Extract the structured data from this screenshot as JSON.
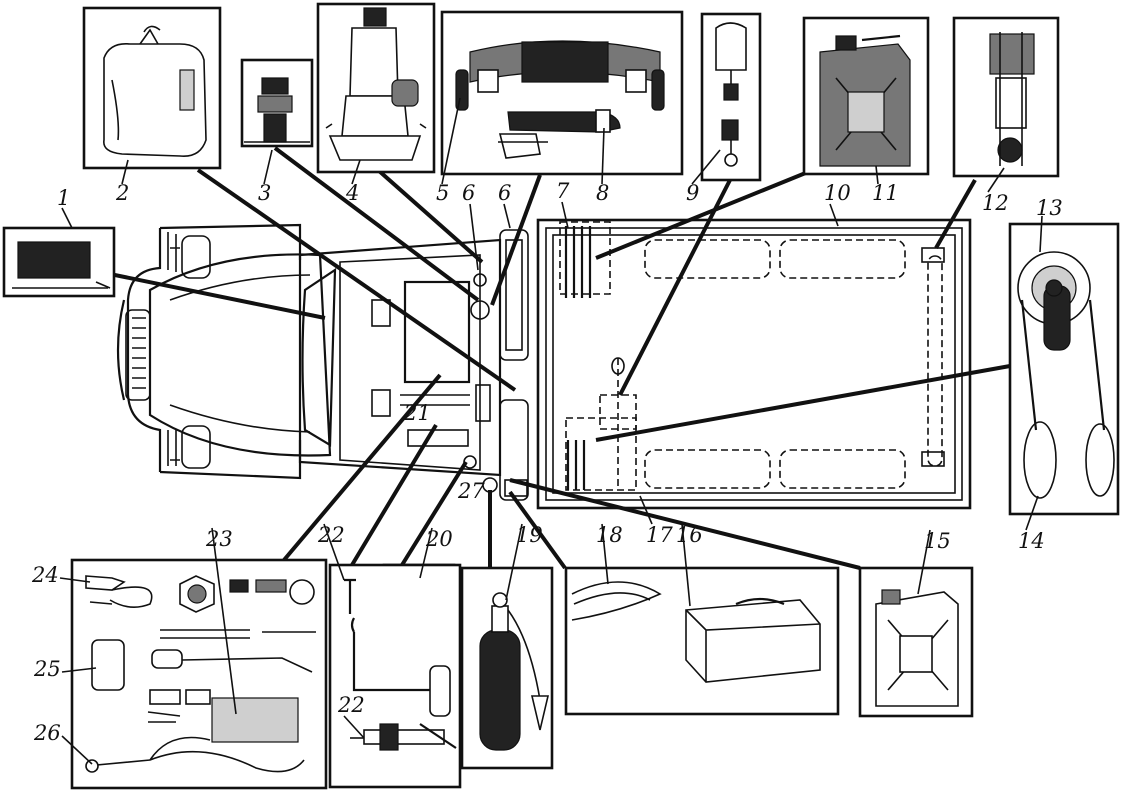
{
  "callouts": [
    "1",
    "2",
    "3",
    "4",
    "5",
    "6",
    "6",
    "7",
    "8",
    "9",
    "10",
    "11",
    "12",
    "13",
    "14",
    "15",
    "16",
    "17",
    "18",
    "19",
    "20",
    "21",
    "22",
    "22",
    "23",
    "24",
    "25",
    "26",
    "27"
  ]
}
